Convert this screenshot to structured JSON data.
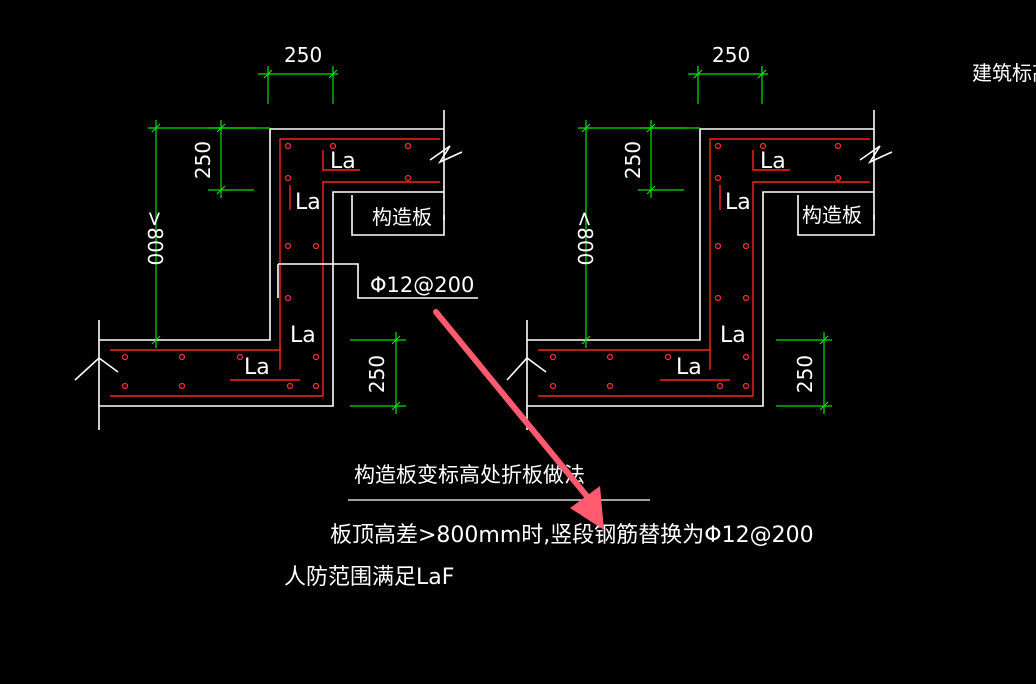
{
  "colors": {
    "background": "#000000",
    "concrete_outline": "#ffffff",
    "dimension_lines": "#00e000",
    "rebar": "#ff2020",
    "arrow": "#ff5a6e"
  },
  "detail_left": {
    "dim_top": "250",
    "dim_upper_left": "250",
    "dim_height": ">800",
    "dim_lower_right": "250",
    "la_1": "La",
    "la_2": "La",
    "la_3": "La",
    "la_4": "La",
    "slab_label": "构造板",
    "rebar_callout": "Φ12@200"
  },
  "detail_right": {
    "dim_top": "250",
    "dim_upper_left": "250",
    "dim_height": "<800",
    "dim_lower_right": "250",
    "la_1": "La",
    "la_2": "La",
    "la_3": "La",
    "la_4": "La",
    "slab_label": "构造板"
  },
  "corner_note": "建筑标高",
  "caption": {
    "title": "构造板变标高处折板做法",
    "note_1": "板顶高差>800mm时,竖段钢筋替换为Φ12@200",
    "note_2": "人防范围满足LaF"
  }
}
